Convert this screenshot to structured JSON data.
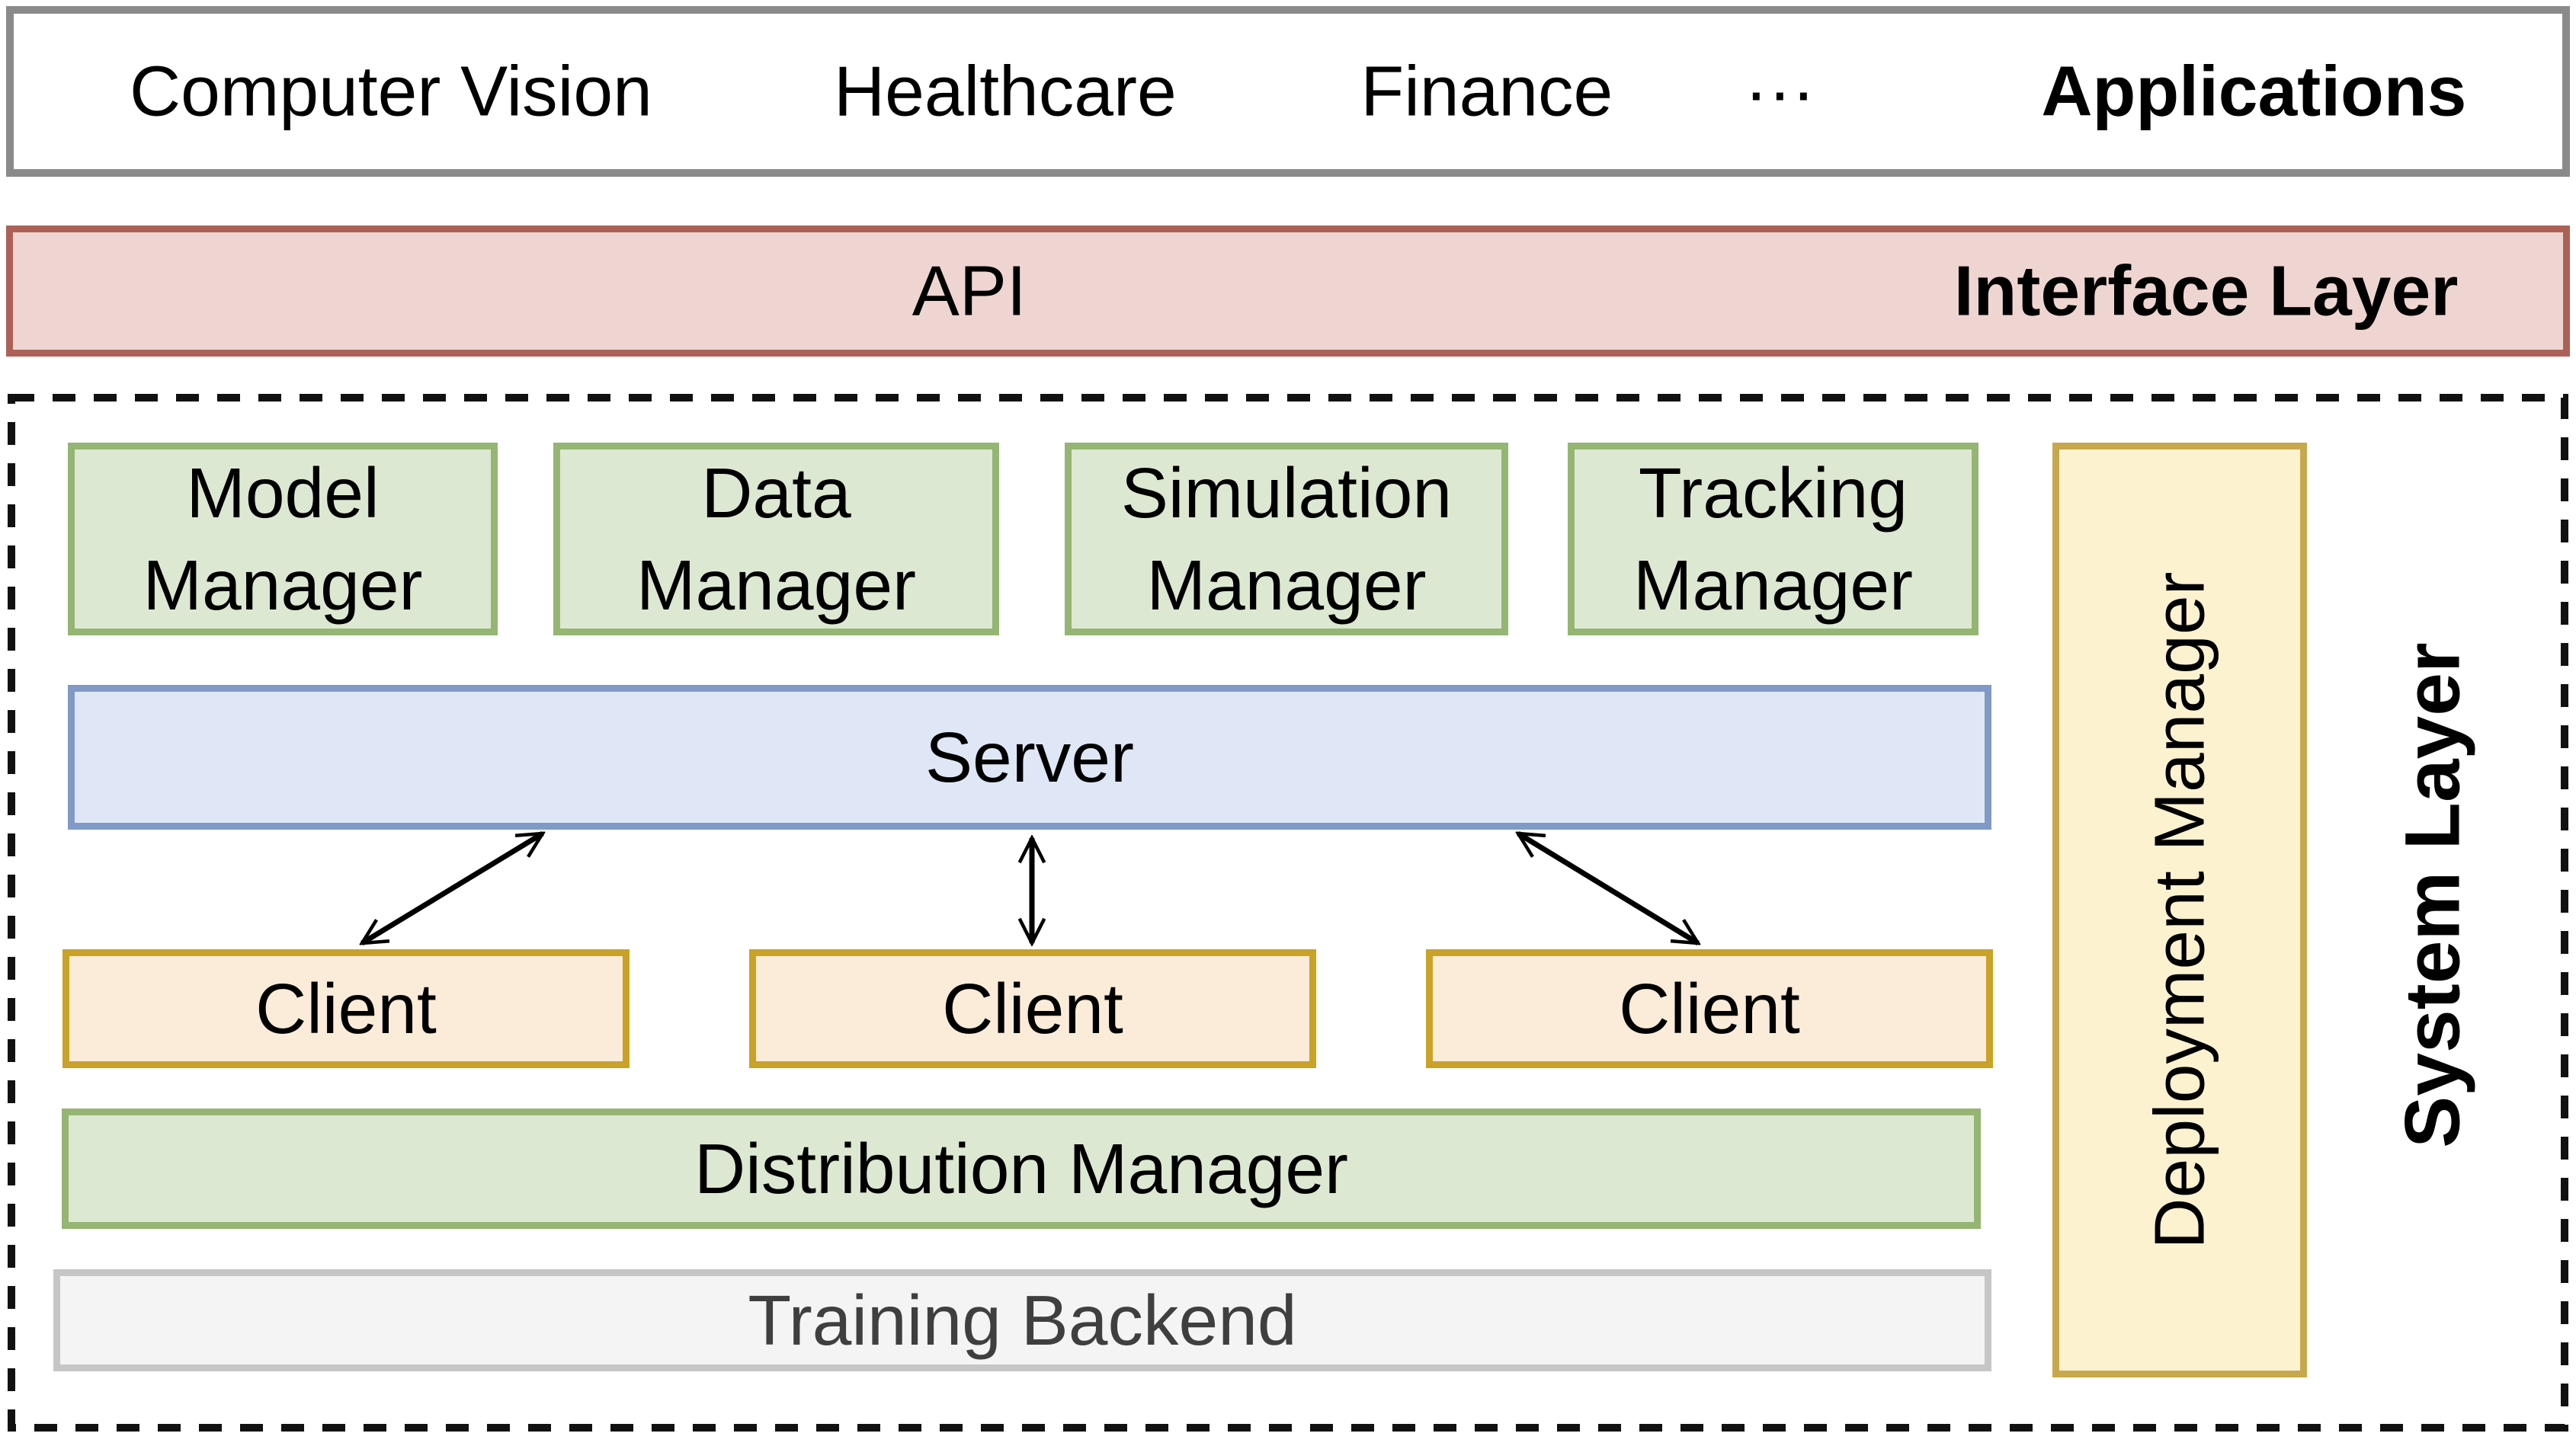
{
  "applications_bar": {
    "items": [
      "Computer Vision",
      "Healthcare",
      "Finance",
      "···"
    ],
    "label": "Applications"
  },
  "interface_layer": {
    "api_label": "API",
    "layer_label": "Interface Layer"
  },
  "system_layer": {
    "layer_label": "System Layer",
    "managers": [
      "Model\nManager",
      "Data\nManager",
      "Simulation\nManager",
      "Tracking\nManager"
    ],
    "server_label": "Server",
    "clients": [
      "Client",
      "Client",
      "Client"
    ],
    "distribution_label": "Distribution Manager",
    "training_label": "Training Backend",
    "deployment_label": "Deployment Manager"
  },
  "colors": {
    "gray_border": "#8a8a8a",
    "pink_fill": "#efd5d1",
    "pink_border": "#ad6156",
    "green_fill": "#dde8d2",
    "green_border": "#95b573",
    "blue_fill": "#dfe7f7",
    "blue_border": "#8199c6",
    "client_fill": "#fbecd9",
    "client_border": "#c9a227",
    "yellow_fill": "#fdf2d0",
    "yellow_border": "#c7a84c",
    "training_fill": "#f4f4f4",
    "training_border": "#c6c6c6",
    "training_text": "#3f3f3f",
    "dash_border": "#111111",
    "arrow": "#000000"
  }
}
